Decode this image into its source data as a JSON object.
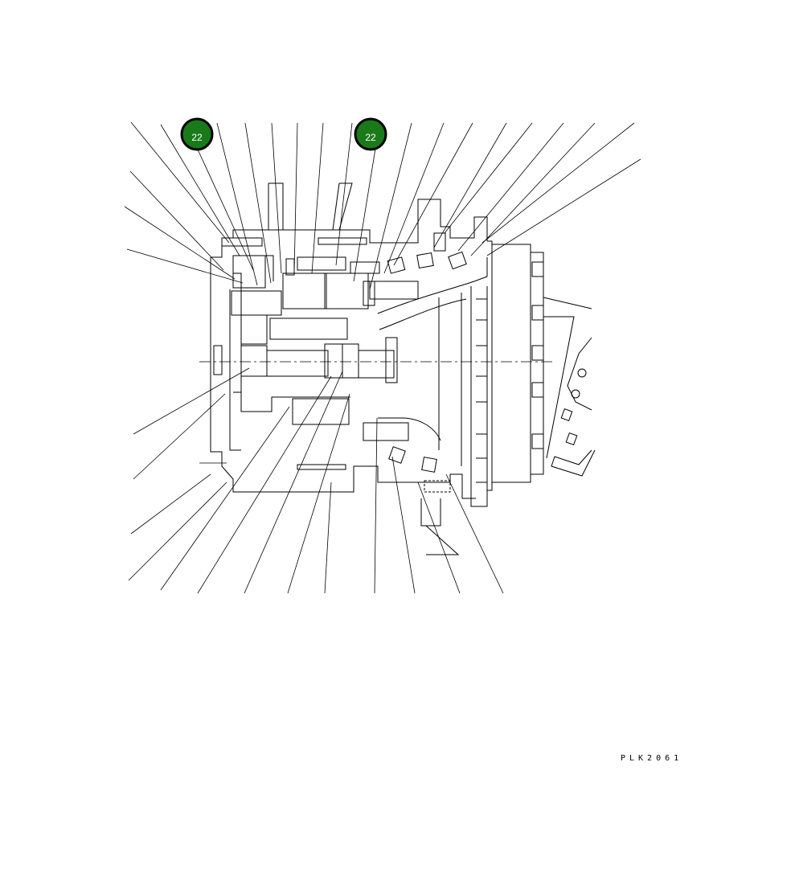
{
  "drawing_code": "PLK2061",
  "callouts": [
    {
      "label": "22",
      "color": "#1a7a1a"
    },
    {
      "label": "22",
      "color": "#1a7a1a"
    }
  ]
}
